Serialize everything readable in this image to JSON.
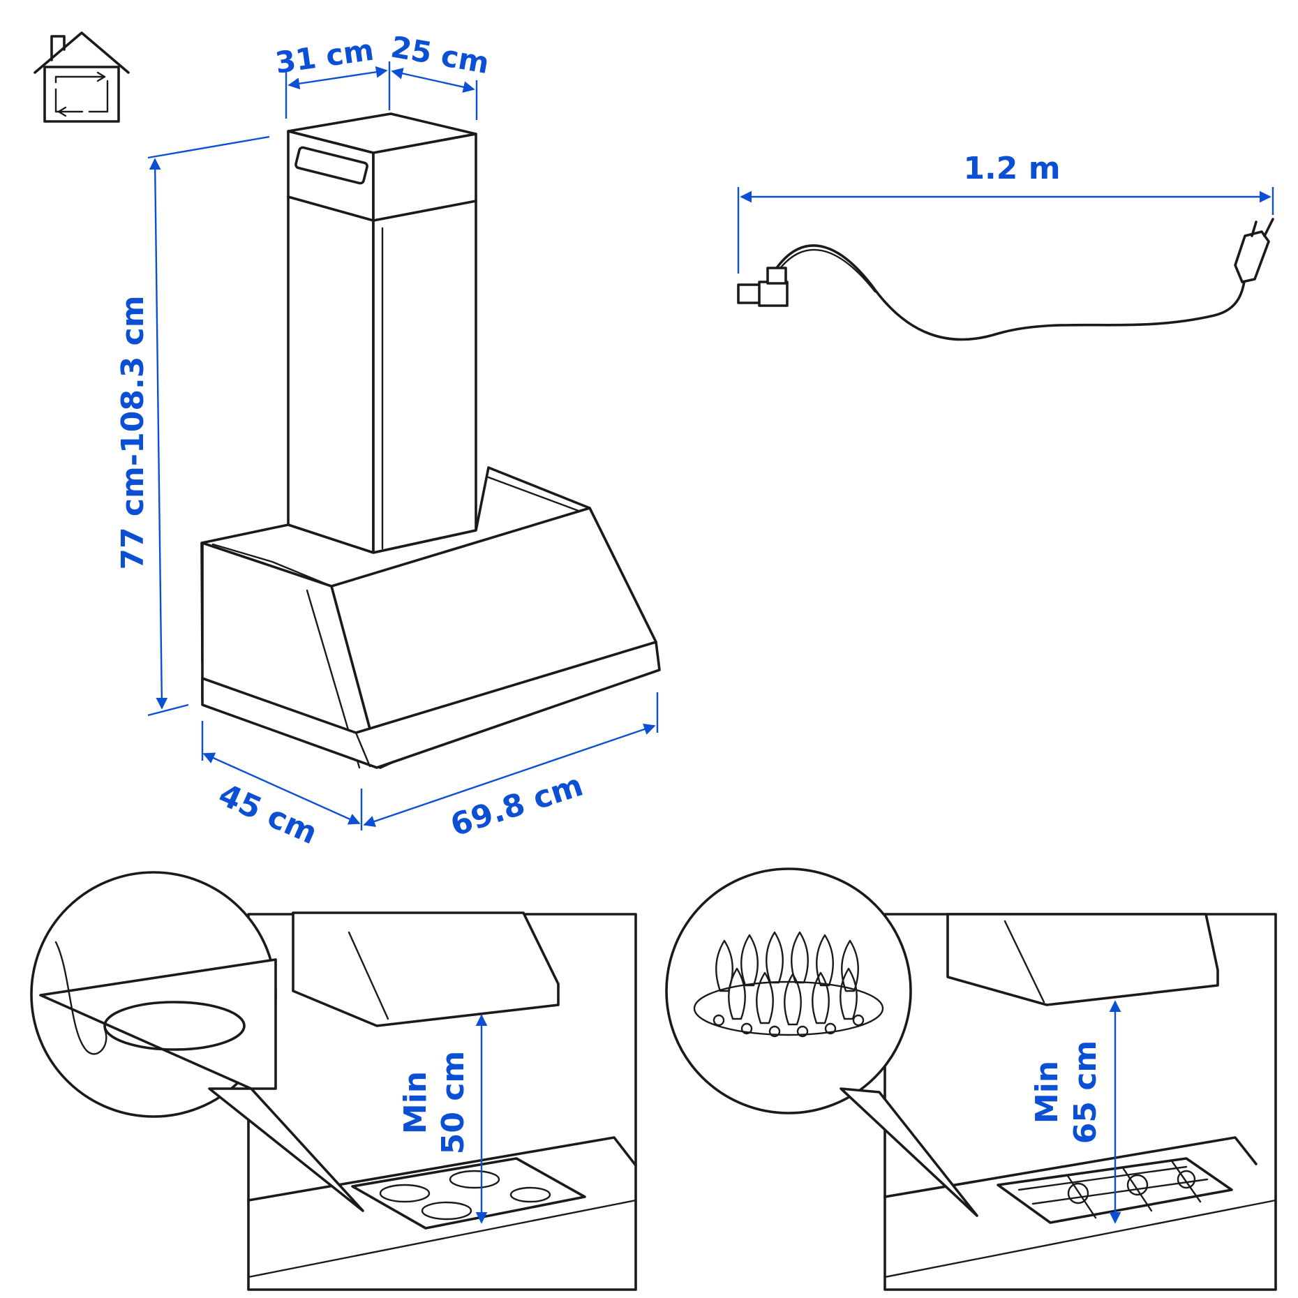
{
  "icon": "house-recirculation-icon",
  "colors": {
    "dimension": "#0a4fd4",
    "outline": "#1a1a1a"
  },
  "dimensions": {
    "duct_width": "31 cm",
    "duct_depth": "25 cm",
    "height": "77 cm-108.3 cm",
    "depth": "45 cm",
    "width": "69.8 cm",
    "cord_length": "1.2 m"
  },
  "clearances": [
    {
      "label": "Min",
      "value": "50 cm",
      "cooktop": "electric"
    },
    {
      "label": "Min",
      "value": "65 cm",
      "cooktop": "gas"
    }
  ]
}
